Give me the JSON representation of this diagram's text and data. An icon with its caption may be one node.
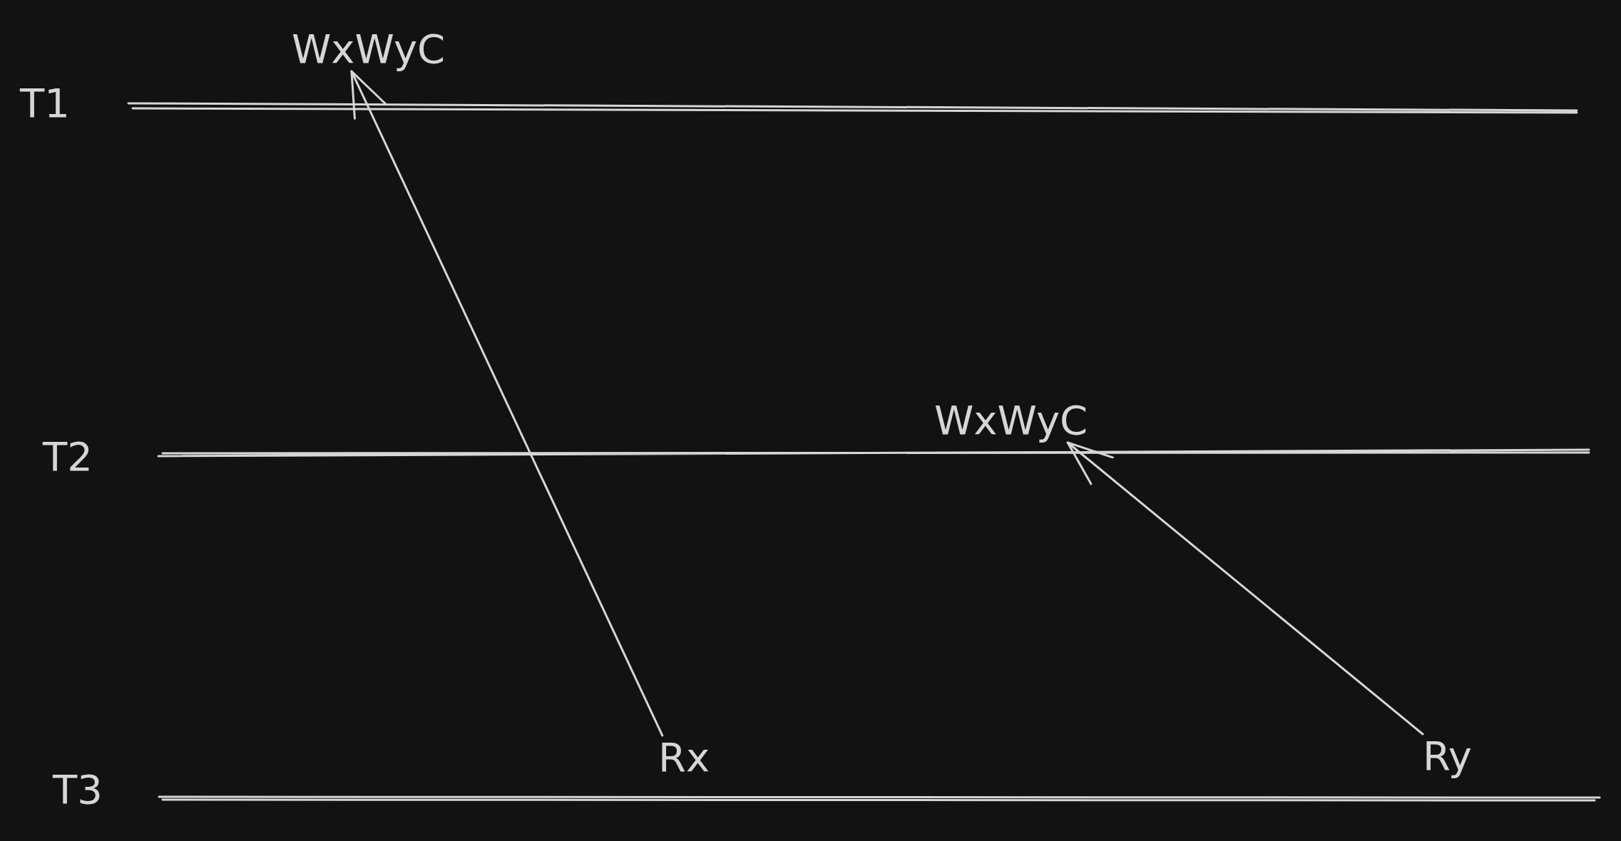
{
  "diagram": {
    "nodes": [
      {
        "text": [
          "WxWyC"
        ]
      },
      {
        "text": [
          "WxWyC"
        ]
      },
      {
        "text": [
          "Rx"
        ]
      },
      {
        "text": [
          "Ry"
        ]
      }
    ],
    "edges": [
      {
        "from": 2,
        "to": 0,
        "arrow": "to"
      },
      {
        "from": 3,
        "to": 1,
        "arrow": "to"
      }
    ],
    "labels": [
      "T1",
      "T2",
      "T3"
    ]
  }
}
